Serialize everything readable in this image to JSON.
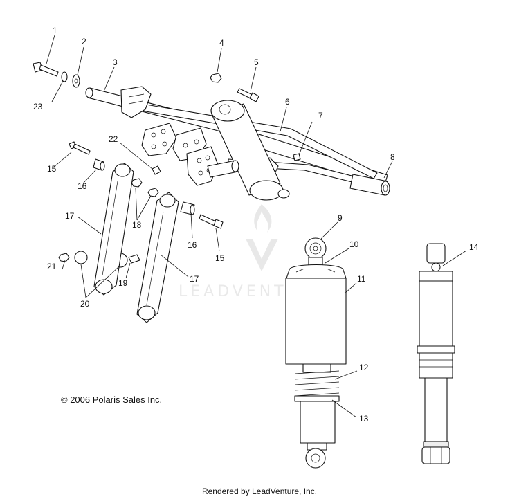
{
  "callouts": [
    "1",
    "2",
    "3",
    "4",
    "5",
    "6",
    "7",
    "8",
    "9",
    "10",
    "11",
    "12",
    "13",
    "14",
    "15",
    "15",
    "16",
    "16",
    "17",
    "17",
    "18",
    "19",
    "20",
    "21",
    "22",
    "23"
  ],
  "watermark": "LEADVENTURE",
  "copyright": "© 2006 Polaris Sales Inc.",
  "footer": "Rendered by LeadVenture, Inc."
}
